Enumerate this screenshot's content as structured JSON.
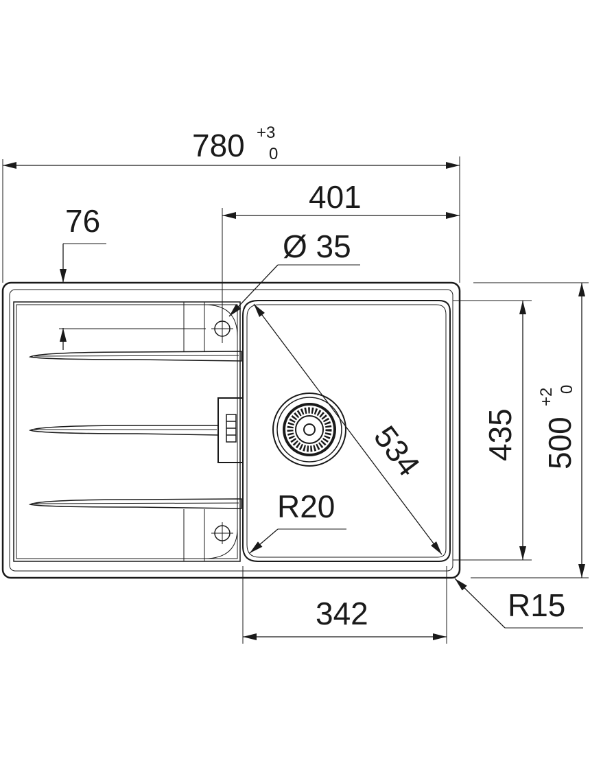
{
  "diagram": {
    "type": "sink dimension drawing",
    "line_color": "#1a1a1a",
    "background": "#ffffff"
  },
  "dimensions": {
    "overall_width": {
      "value": "780",
      "tol_upper": "+3",
      "tol_lower": "0"
    },
    "bowl_offset": {
      "value": "401"
    },
    "tap_hole_offset": {
      "value": "76"
    },
    "tap_hole_diameter": {
      "value": "Ø 35"
    },
    "bowl_diagonal": {
      "value": "534"
    },
    "bowl_inner_radius": {
      "value": "R20"
    },
    "outer_corner_radius": {
      "value": "R15"
    },
    "bowl_width": {
      "value": "342"
    },
    "bowl_depth": {
      "value": "435"
    },
    "overall_depth": {
      "value": "500",
      "tol_upper": "+2",
      "tol_lower": "0"
    }
  }
}
